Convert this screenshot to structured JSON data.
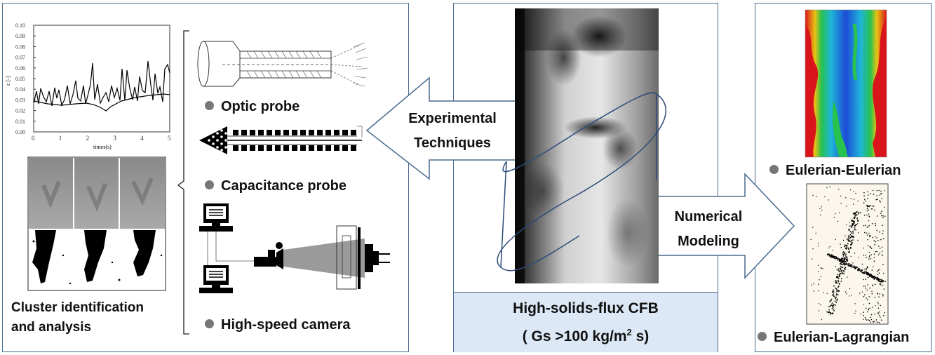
{
  "left_panel": {
    "chart": {
      "ylabel": "ε [-]",
      "xlabel": "times(s)",
      "y_ticks": [
        "0.00",
        "0.01",
        "0.02",
        "0.03",
        "0.04",
        "0.05",
        "0.06",
        "0.07",
        "0.08",
        "0.09",
        "0.10"
      ],
      "x_ticks": [
        "0",
        "1",
        "2",
        "3",
        "4",
        "5"
      ]
    },
    "caption_line1": "Cluster identification",
    "caption_line2": "and analysis",
    "techniques": [
      {
        "label": "Optic probe"
      },
      {
        "label": "Capacitance probe"
      },
      {
        "label": "High-speed camera"
      }
    ]
  },
  "arrows": {
    "experimental_line1": "Experimental",
    "experimental_line2": "Techniques",
    "numerical_line1": "Numerical",
    "numerical_line2": "Modeling"
  },
  "center_panel": {
    "title": "High-solids-flux CFB",
    "subtitle_pre": "( Gs >100 kg/m",
    "subtitle_sup": "2",
    "subtitle_post": " s)"
  },
  "right_panel": {
    "model1": "Eulerian-Eulerian",
    "model2": "Eulerian-Lagrangian"
  },
  "colors": {
    "border": "#4a6a8f",
    "caption_bg": "#dce8f5",
    "bullet": "#777777",
    "arrow_stroke": "#4a6a8f"
  }
}
